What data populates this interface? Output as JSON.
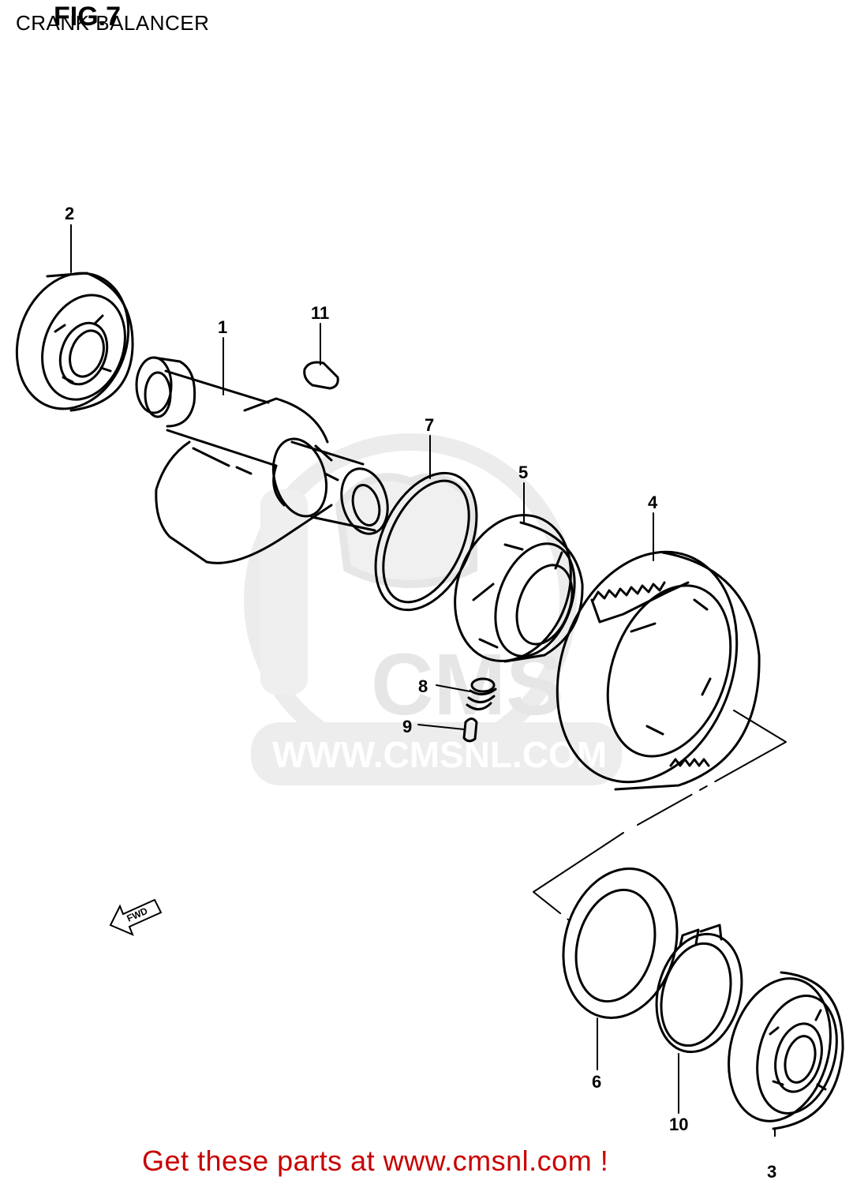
{
  "figure_label": "FIG.7",
  "title": "CRANK BALANCER",
  "watermark": {
    "logo_text": "CMS",
    "url_text": "WWW.CMSNL.COM"
  },
  "fwd_arrow_text": "FWD",
  "callouts": [
    {
      "id": "1",
      "label": "1"
    },
    {
      "id": "2",
      "label": "2"
    },
    {
      "id": "3",
      "label": "3"
    },
    {
      "id": "4",
      "label": "4"
    },
    {
      "id": "5",
      "label": "5"
    },
    {
      "id": "6",
      "label": "6"
    },
    {
      "id": "7",
      "label": "7"
    },
    {
      "id": "8",
      "label": "8"
    },
    {
      "id": "9",
      "label": "9"
    },
    {
      "id": "10",
      "label": "10"
    },
    {
      "id": "11",
      "label": "11"
    }
  ],
  "footer": "Get these parts at www.cmsnl.com !"
}
